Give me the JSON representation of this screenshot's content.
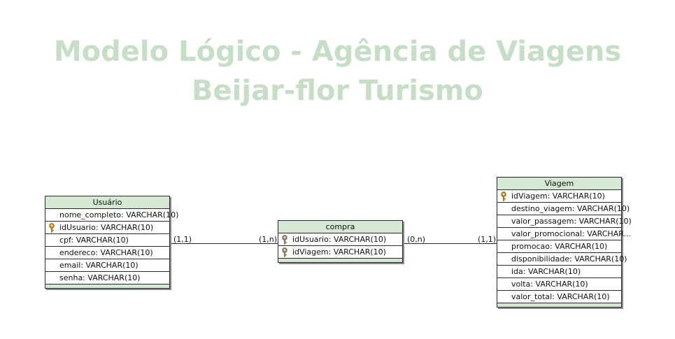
{
  "title": {
    "line1": "Modelo Lógico - Agência de Viagens",
    "line2": "Beijar-flor Turismo"
  },
  "entities": {
    "usuario": {
      "name": "Usuário",
      "attributes": [
        {
          "text": "nome_completo: VARCHAR(10)",
          "key": false
        },
        {
          "text": "idUsuario: VARCHAR(10)",
          "key": true
        },
        {
          "text": "cpf: VARCHAR(10)",
          "key": false
        },
        {
          "text": "endereco: VARCHAR(10)",
          "key": false
        },
        {
          "text": "email: VARCHAR(10)",
          "key": false
        },
        {
          "text": "senha: VARCHAR(10)",
          "key": false
        }
      ]
    },
    "compra": {
      "name": "compra",
      "attributes": [
        {
          "text": "idUsuario: VARCHAR(10)",
          "key": true
        },
        {
          "text": "idViagem: VARCHAR(10)",
          "key": true
        }
      ]
    },
    "viagem": {
      "name": "Viagem",
      "attributes": [
        {
          "text": "idViagem: VARCHAR(10)",
          "key": true
        },
        {
          "text": "destino_viagem: VARCHAR(10)",
          "key": false
        },
        {
          "text": "valor_passagem: VARCHAR(10)",
          "key": false
        },
        {
          "text": "valor_promocional: VARCHAR...",
          "key": false
        },
        {
          "text": "promocao: VARCHAR(10)",
          "key": false
        },
        {
          "text": "disponibilidade: VARCHAR(10)",
          "key": false
        },
        {
          "text": "ida: VARCHAR(10)",
          "key": false
        },
        {
          "text": "volta: VARCHAR(10)",
          "key": false
        },
        {
          "text": "valor_total: VARCHAR(10)",
          "key": false
        }
      ]
    }
  },
  "relationships": [
    {
      "from": "usuario",
      "to": "compra",
      "from_card": "(1,1)",
      "to_card": "(1,n)"
    },
    {
      "from": "compra",
      "to": "viagem",
      "from_card": "(0,n)",
      "to_card": "(1,1)"
    }
  ],
  "colors": {
    "title": "#c6dec6",
    "header": "#d4e8d4",
    "border": "#2a2a2a",
    "key_gold": "#e0a020",
    "key_gray": "#9a9a9a"
  }
}
